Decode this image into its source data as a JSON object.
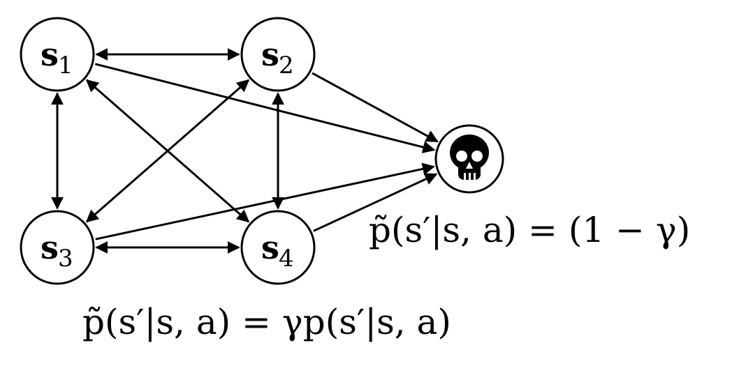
{
  "nodes": [
    {
      "id": "s1",
      "base": "s",
      "sub": "1"
    },
    {
      "id": "s2",
      "base": "s",
      "sub": "2"
    },
    {
      "id": "s3",
      "base": "s",
      "sub": "3"
    },
    {
      "id": "s4",
      "base": "s",
      "sub": "4"
    },
    {
      "id": "terminal",
      "icon": "skull-icon"
    }
  ],
  "edges": [
    {
      "from": "s1",
      "to": "s2",
      "bidirectional": true
    },
    {
      "from": "s1",
      "to": "s3",
      "bidirectional": true
    },
    {
      "from": "s1",
      "to": "s4",
      "bidirectional": true
    },
    {
      "from": "s2",
      "to": "s3",
      "bidirectional": true
    },
    {
      "from": "s2",
      "to": "s4",
      "bidirectional": true
    },
    {
      "from": "s3",
      "to": "s4",
      "bidirectional": true
    },
    {
      "from": "s1",
      "to": "terminal",
      "bidirectional": false
    },
    {
      "from": "s2",
      "to": "terminal",
      "bidirectional": false
    },
    {
      "from": "s3",
      "to": "terminal",
      "bidirectional": false
    },
    {
      "from": "s4",
      "to": "terminal",
      "bidirectional": false
    }
  ],
  "equations": {
    "terminal": "p̃(s′|s, a) = (1 − γ)",
    "transition": "p̃(s′|s, a) = γp(s′|s, a)"
  },
  "colors": {
    "stroke": "#000000",
    "fill": "#ffffff",
    "icon": "#000000"
  }
}
